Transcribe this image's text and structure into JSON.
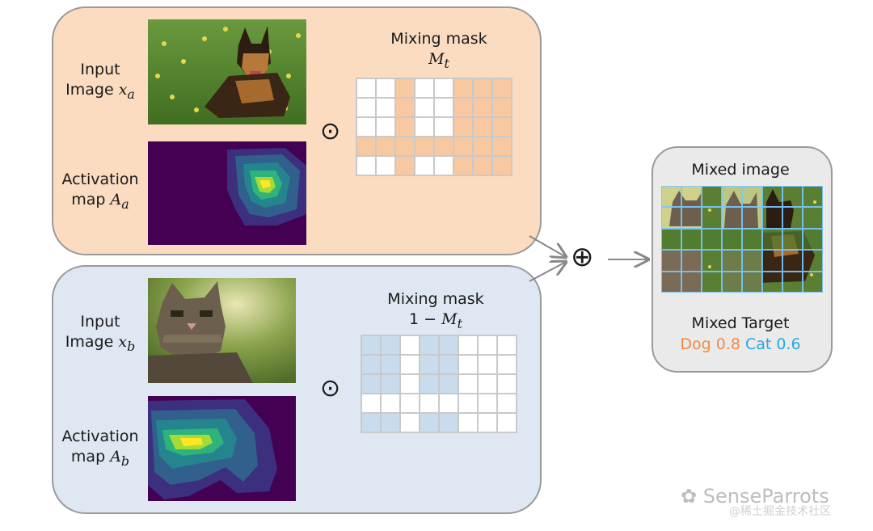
{
  "panel_a": {
    "input_label": "Input",
    "image_label": "Image",
    "image_var": "x",
    "image_sub": "a",
    "activation_label": "Activation",
    "map_label": "map",
    "map_var": "A",
    "map_sub": "a",
    "mask_title": "Mixing mask",
    "mask_expr": "M",
    "mask_sub": "t",
    "operator": "⊙",
    "photo": "dog-photo"
  },
  "panel_b": {
    "input_label": "Input",
    "image_label": "Image",
    "image_var": "x",
    "image_sub": "b",
    "activation_label": "Activation",
    "map_label": "map",
    "map_var": "A",
    "map_sub": "b",
    "mask_title": "Mixing mask",
    "mask_prefix": "1 − ",
    "mask_expr": "M",
    "mask_sub": "t",
    "operator": "⊙",
    "photo": "cat-photo"
  },
  "combine_operator": "⊕",
  "output": {
    "title": "Mixed image",
    "target_title": "Mixed Target",
    "dog_label": "Dog 0.8",
    "cat_label": "Cat 0.6"
  },
  "mask": {
    "rows": 5,
    "cols": 8,
    "pattern": [
      [
        0,
        0,
        1,
        0,
        0,
        1,
        1,
        1
      ],
      [
        0,
        0,
        1,
        0,
        0,
        1,
        1,
        1
      ],
      [
        0,
        0,
        1,
        0,
        0,
        1,
        1,
        1
      ],
      [
        1,
        1,
        1,
        1,
        1,
        1,
        1,
        1
      ],
      [
        0,
        0,
        1,
        0,
        0,
        1,
        1,
        1
      ]
    ]
  },
  "colors": {
    "panel_a_bg": "#fbdcc0",
    "panel_b_bg": "#dfe8f2",
    "mask_a_fill": "#f8c9a0",
    "mask_b_fill": "#c8dcee",
    "dog_color": "#f08b44",
    "cat_color": "#2aa6e6",
    "heatmap_base": "#440154"
  },
  "watermark": {
    "brand": "SenseParrots",
    "handle": "@稀土掘金技术社区"
  }
}
